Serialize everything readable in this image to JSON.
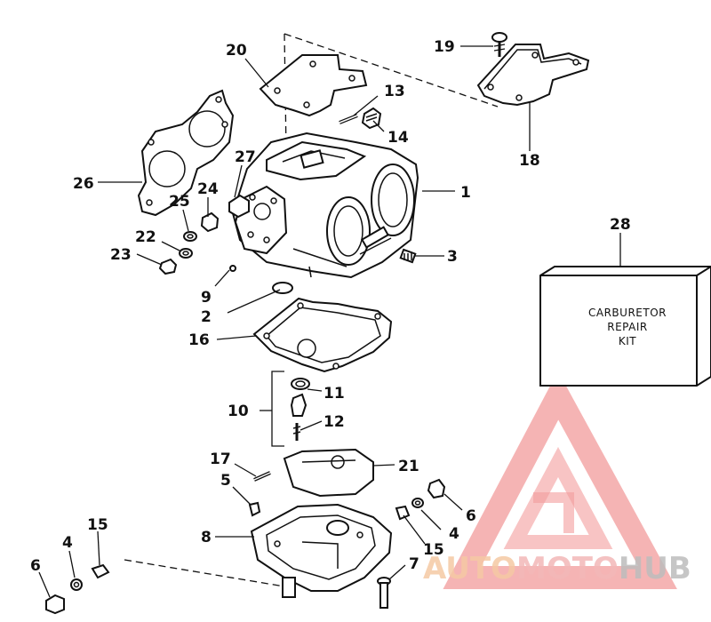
{
  "callouts": [
    {
      "id": "c1",
      "text": "1"
    },
    {
      "id": "c2",
      "text": "2"
    },
    {
      "id": "c3",
      "text": "3"
    },
    {
      "id": "c4a",
      "text": "4"
    },
    {
      "id": "c4b",
      "text": "4"
    },
    {
      "id": "c5",
      "text": "5"
    },
    {
      "id": "c6a",
      "text": "6"
    },
    {
      "id": "c6b",
      "text": "6"
    },
    {
      "id": "c7",
      "text": "7"
    },
    {
      "id": "c8",
      "text": "8"
    },
    {
      "id": "c9",
      "text": "9"
    },
    {
      "id": "c10",
      "text": "10"
    },
    {
      "id": "c11",
      "text": "11"
    },
    {
      "id": "c12",
      "text": "12"
    },
    {
      "id": "c13",
      "text": "13"
    },
    {
      "id": "c14",
      "text": "14"
    },
    {
      "id": "c15a",
      "text": "15"
    },
    {
      "id": "c15b",
      "text": "15"
    },
    {
      "id": "c16",
      "text": "16"
    },
    {
      "id": "c17",
      "text": "17"
    },
    {
      "id": "c18",
      "text": "18"
    },
    {
      "id": "c19",
      "text": "19"
    },
    {
      "id": "c20",
      "text": "20"
    },
    {
      "id": "c21",
      "text": "21"
    },
    {
      "id": "c22",
      "text": "22"
    },
    {
      "id": "c23",
      "text": "23"
    },
    {
      "id": "c24",
      "text": "24"
    },
    {
      "id": "c25",
      "text": "25"
    },
    {
      "id": "c26",
      "text": "26"
    },
    {
      "id": "c27",
      "text": "27"
    },
    {
      "id": "c28",
      "text": "28"
    }
  ],
  "kit_box": {
    "line1": "CARBURETOR",
    "line2": "REPAIR",
    "line3": "KIT"
  },
  "watermark": {
    "part1": "AUTO",
    "part2": "MOTO",
    "part3": "HUB",
    "colors": {
      "auto": "#f5c9a4",
      "moto": "#f3b8b8",
      "hub": "#bdbdbd",
      "triangle": "#f08a8a"
    }
  }
}
